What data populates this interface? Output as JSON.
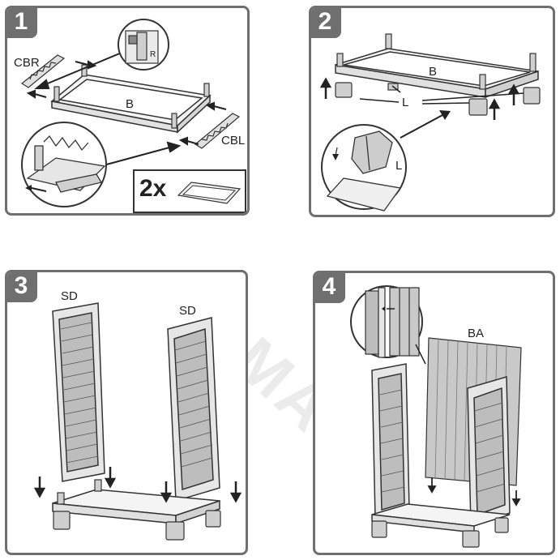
{
  "steps": [
    {
      "number": "1",
      "labels": {
        "cbr": "CBR",
        "base": "B",
        "cbl": "CBL",
        "detail_r": "R"
      },
      "quantity": "2x"
    },
    {
      "number": "2",
      "labels": {
        "base": "B",
        "leg": "L",
        "detail_leg": "L"
      }
    },
    {
      "number": "3",
      "labels": {
        "side_left": "SD",
        "side_right": "SD"
      }
    },
    {
      "number": "4",
      "labels": {
        "back": "BA"
      }
    }
  ],
  "watermark": "MA"
}
